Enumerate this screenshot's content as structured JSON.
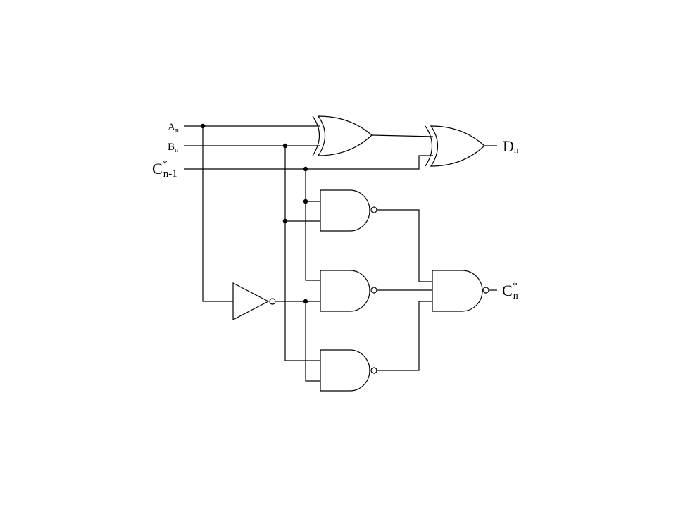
{
  "diagram": {
    "inputs": {
      "a": {
        "main": "A",
        "sub": "n"
      },
      "b": {
        "main": "B",
        "sub": "n"
      },
      "c": {
        "main": "C",
        "sup": "*",
        "sub": "n-1"
      }
    },
    "outputs": {
      "difference": {
        "main": "D",
        "sub": "n"
      },
      "borrow": {
        "main": "C",
        "sup": "*",
        "sub": "n"
      }
    },
    "gates": [
      "xor",
      "xor",
      "not",
      "nand",
      "nand",
      "nand",
      "nand"
    ],
    "colors": {
      "line": "#000000",
      "background": "#ffffff"
    }
  }
}
